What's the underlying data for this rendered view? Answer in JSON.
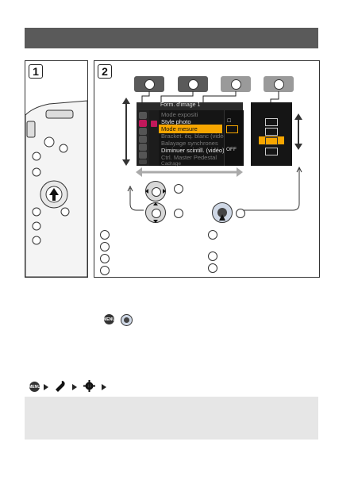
{
  "colors": {
    "header": "#5a5a5a",
    "tab_dark": "#5a5a5a",
    "tab_light": "#9a9a9a",
    "highlight": "#f7a600",
    "note_bg": "#e6e6e6"
  },
  "step1": {
    "number": "1"
  },
  "step2": {
    "number": "2"
  },
  "menu": {
    "title": "Form. d'image 1",
    "items": [
      {
        "label": "Mode expositi",
        "state": "dim"
      },
      {
        "label": "Style photo",
        "state": "normal"
      },
      {
        "label": "Mode mesure",
        "state": "selected"
      },
      {
        "label": "Bracket. éq. blanc (vidéo)",
        "state": "dim"
      },
      {
        "label": "Balayage synchrones",
        "state": "dim"
      },
      {
        "label": "Diminuer scintill. (vidéo)",
        "state": "normal"
      },
      {
        "label": "Ctrl. Master Pedestal",
        "state": "dim"
      },
      {
        "label": "Cadrage",
        "state": "dim"
      }
    ],
    "values": [
      "",
      "",
      "",
      "",
      "",
      "OFF",
      "",
      ""
    ]
  },
  "icons": {
    "menu_set": "MENU SET",
    "chain": [
      "menu-set-icon",
      "wrench-icon",
      "gear-icon"
    ]
  }
}
